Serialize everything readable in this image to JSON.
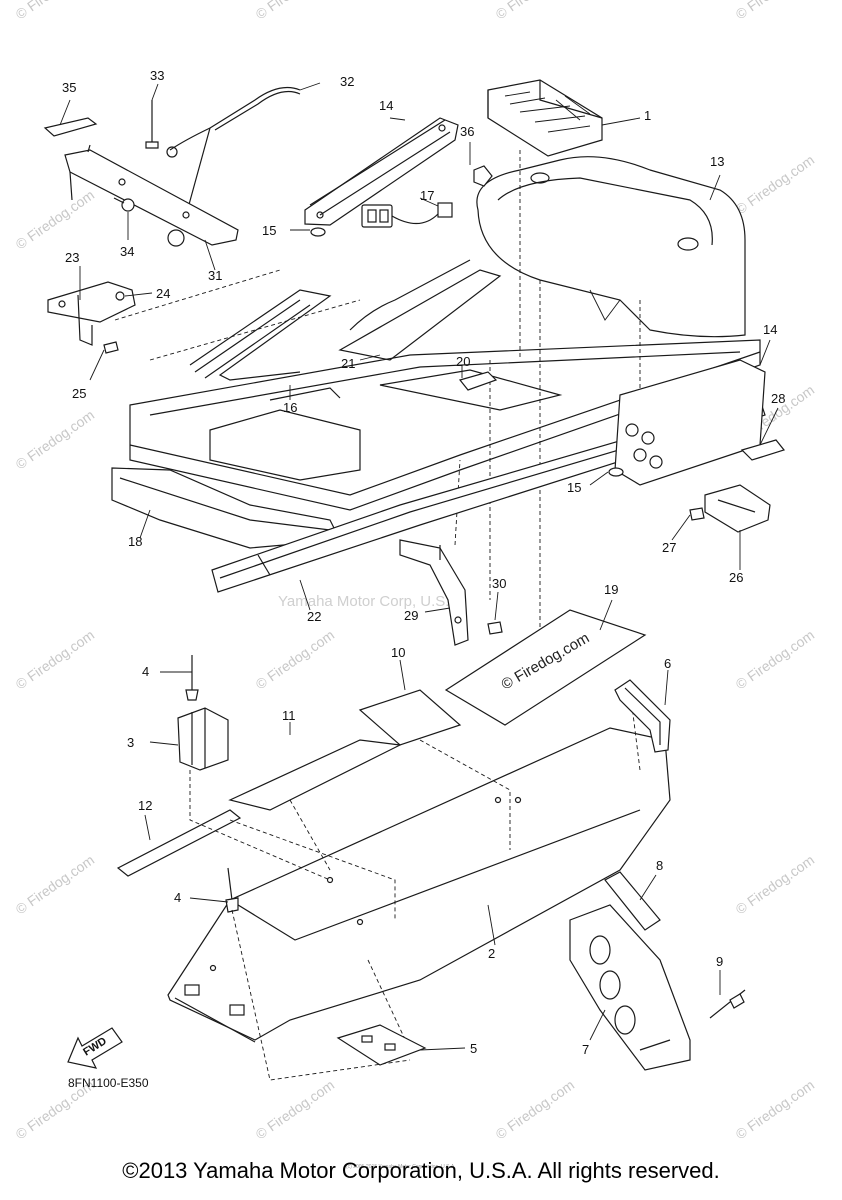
{
  "watermark": {
    "site": "© Firedog.com",
    "center_credit": "Yamaha Motor Corp, U.S.A."
  },
  "panel_stamp": "© Firedog.com",
  "diagram_code": "8FN1100-E350",
  "fwd_label": "FWD",
  "small_credit": "(c) 2005-2015 Yamaha Motor Corporation, U.S.A.",
  "copyright": "©2013 Yamaha Motor Corporation, U.S.A. All rights reserved.",
  "callouts": [
    "1",
    "2",
    "3",
    "4",
    "4",
    "5",
    "6",
    "7",
    "8",
    "9",
    "10",
    "11",
    "12",
    "13",
    "14",
    "14",
    "15",
    "15",
    "16",
    "17",
    "18",
    "19",
    "20",
    "21",
    "22",
    "23",
    "24",
    "25",
    "26",
    "27",
    "28",
    "29",
    "30",
    "31",
    "32",
    "33",
    "34",
    "35",
    "36"
  ]
}
